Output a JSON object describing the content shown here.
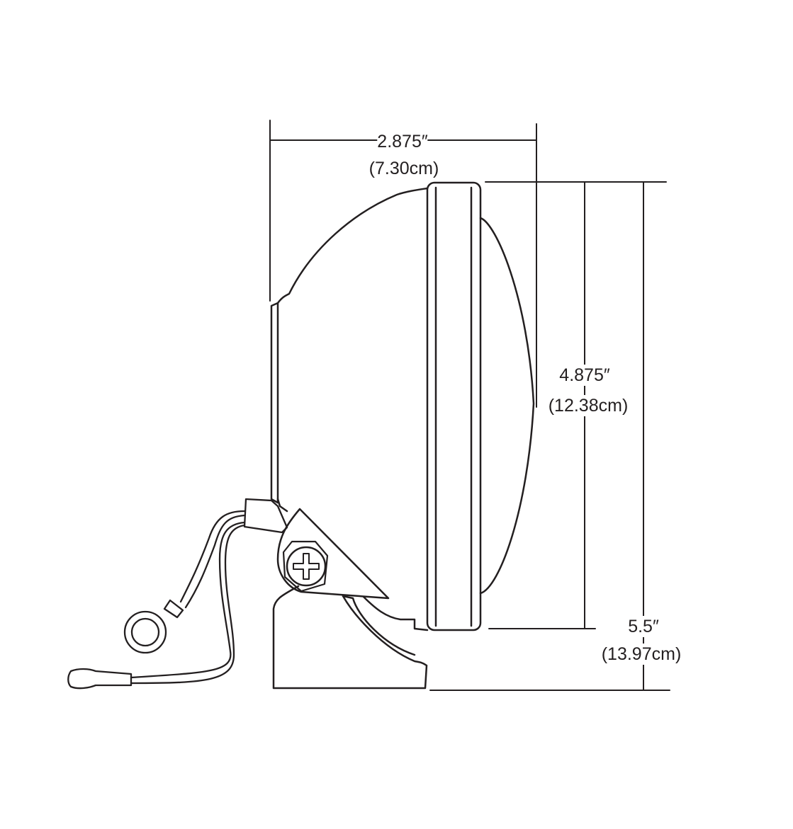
{
  "dimensions": {
    "depth": {
      "inches": "2.875″",
      "cm": "(7.30cm)"
    },
    "lens_height": {
      "inches": "4.875″",
      "cm": "(12.38cm)"
    },
    "overall_height": {
      "inches": "5.5″",
      "cm": "(13.97cm)"
    }
  },
  "colors": {
    "line": "#231f20",
    "background": "#ffffff"
  }
}
